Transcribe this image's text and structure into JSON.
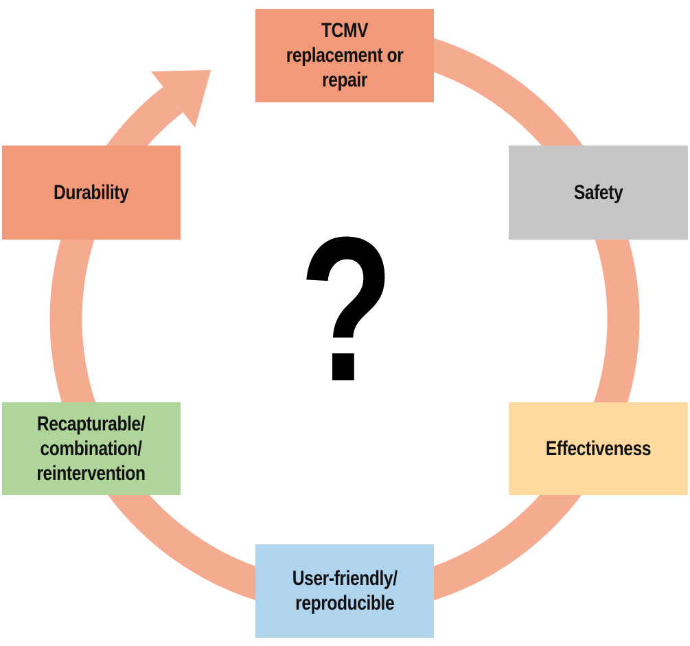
{
  "diagram": {
    "center_symbol": "?",
    "ring_color": "#f5ab90",
    "steps": [
      {
        "id": "tcmv",
        "label": "TCMV\nreplacement or\nrepair",
        "color": "#f2997a"
      },
      {
        "id": "safety",
        "label": "Safety",
        "color": "#c6c6c6"
      },
      {
        "id": "effectiveness",
        "label": "Effectiveness",
        "color": "#fdd9a0"
      },
      {
        "id": "user-friendly",
        "label": "User-friendly/\nreproducible",
        "color": "#b0d3ee"
      },
      {
        "id": "recapturable",
        "label": "Recapturable/\ncombination/\nreintervention",
        "color": "#afd59a"
      },
      {
        "id": "durability",
        "label": "Durability",
        "color": "#f2997a"
      }
    ]
  }
}
